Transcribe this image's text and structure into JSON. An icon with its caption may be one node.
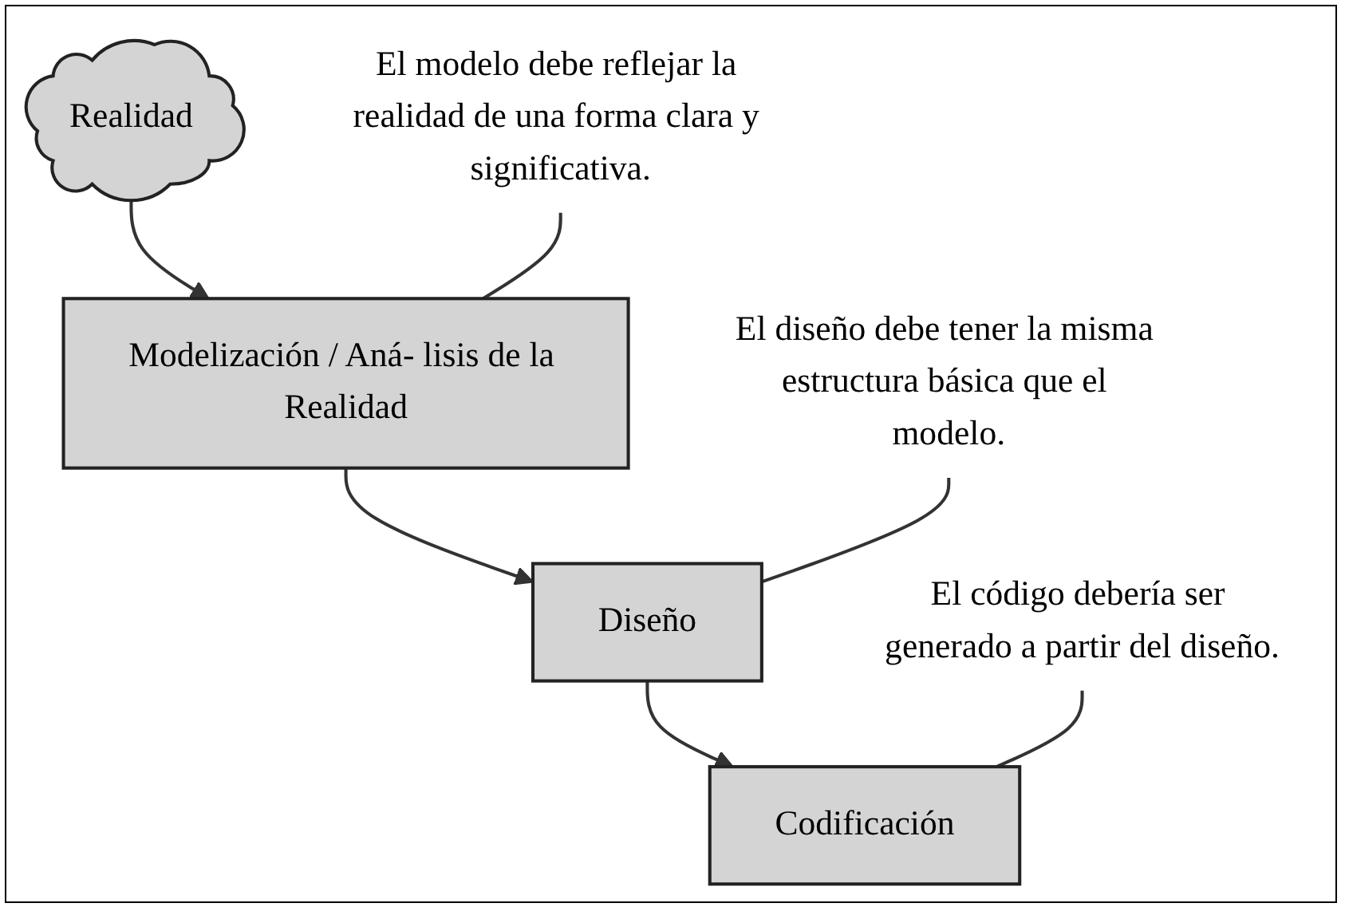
{
  "diagram": {
    "nodes": [
      {
        "text": [
          "Realidad"
        ]
      },
      {
        "text": [
          "El modelo debe reflejar la realidad de una forma clara y significativa."
        ]
      },
      {
        "text": [
          "Modelización / Aná- lisis de la Realidad"
        ]
      },
      {
        "text": [
          "El diseño debe tener la misma estructura básica que el modelo."
        ]
      },
      {
        "text": [
          "Diseño"
        ]
      },
      {
        "text": [
          "El código debería ser generado a partir del diseño."
        ]
      },
      {
        "text": [
          "Codificación"
        ]
      }
    ],
    "edges": [
      {
        "from": 0,
        "to": 2,
        "arrow": "to"
      },
      {
        "from": 1,
        "to": 2,
        "arrow": "none"
      },
      {
        "from": 2,
        "to": 4,
        "arrow": "to"
      },
      {
        "from": 3,
        "to": 4,
        "arrow": "none"
      },
      {
        "from": 4,
        "to": 6,
        "arrow": "to"
      },
      {
        "from": 5,
        "to": 6,
        "arrow": "none"
      }
    ]
  }
}
